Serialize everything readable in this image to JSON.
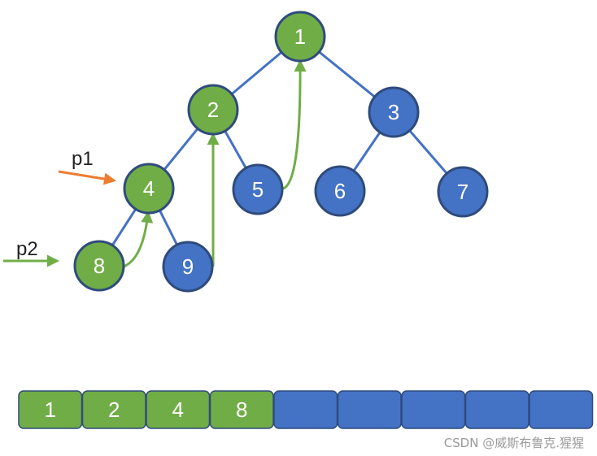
{
  "colors": {
    "visited": "#70ad47",
    "unvisited": "#4472c4",
    "node_stroke": "#2f4b7c",
    "edge": "#4472c4",
    "path_arrow": "#70ad47",
    "p1_arrow": "#ed7d31",
    "p2_arrow": "#70ad47"
  },
  "tree": {
    "nodes": [
      {
        "id": "1",
        "label": "1",
        "visited": true
      },
      {
        "id": "2",
        "label": "2",
        "visited": true
      },
      {
        "id": "3",
        "label": "3",
        "visited": false
      },
      {
        "id": "4",
        "label": "4",
        "visited": true
      },
      {
        "id": "5",
        "label": "5",
        "visited": false
      },
      {
        "id": "6",
        "label": "6",
        "visited": false
      },
      {
        "id": "7",
        "label": "7",
        "visited": false
      },
      {
        "id": "8",
        "label": "8",
        "visited": true
      },
      {
        "id": "9",
        "label": "9",
        "visited": false
      }
    ],
    "edges": [
      [
        "1",
        "2"
      ],
      [
        "1",
        "3"
      ],
      [
        "2",
        "4"
      ],
      [
        "2",
        "5"
      ],
      [
        "3",
        "6"
      ],
      [
        "3",
        "7"
      ],
      [
        "4",
        "8"
      ],
      [
        "4",
        "9"
      ]
    ],
    "return_path": [
      [
        "8",
        "4"
      ],
      [
        "9",
        "2"
      ],
      [
        "5",
        "1"
      ]
    ]
  },
  "pointers": [
    {
      "label": "p1",
      "target": "4",
      "color": "p1_arrow"
    },
    {
      "label": "p2",
      "target": "8",
      "color": "p2_arrow"
    }
  ],
  "array": {
    "cells": [
      "1",
      "2",
      "4",
      "8",
      "",
      "",
      "",
      "",
      ""
    ],
    "filled_count": 4
  },
  "watermark": "CSDN @威斯布鲁克.猩猩"
}
